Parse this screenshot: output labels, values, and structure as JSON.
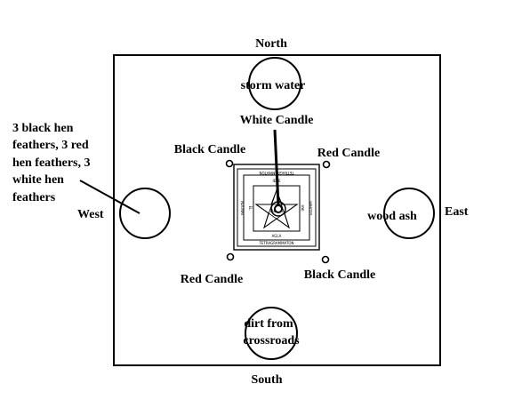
{
  "directions": {
    "north": "North",
    "south": "South",
    "east": "East",
    "west": "West"
  },
  "items": {
    "north_bowl": "storm water",
    "east_bowl": "wood ash",
    "south_bowl_line1": "dirt from",
    "south_bowl_line2": "crossroads"
  },
  "candles": {
    "center": "White Candle",
    "top_left": "Black Candle",
    "top_right": "Red Candle",
    "bottom_left": "Red Candle",
    "bottom_right": "Black Candle"
  },
  "feathers": {
    "line1": "3 black hen",
    "line2": "feathers, 3 red",
    "line3": "hen feathers, 3",
    "line4": "white hen",
    "line5": "feathers"
  },
  "seal": {
    "outer_top": "TETRAGRAMMATON",
    "outer_bottom": "TETRAGRAMMATON",
    "outer_left": "ADONAI",
    "outer_right": "ELOHIM",
    "inner_top": "IEVE",
    "inner_bottom": "AGLA",
    "inner_left": "EL",
    "inner_right": "IAH",
    "center": "AGLA"
  }
}
